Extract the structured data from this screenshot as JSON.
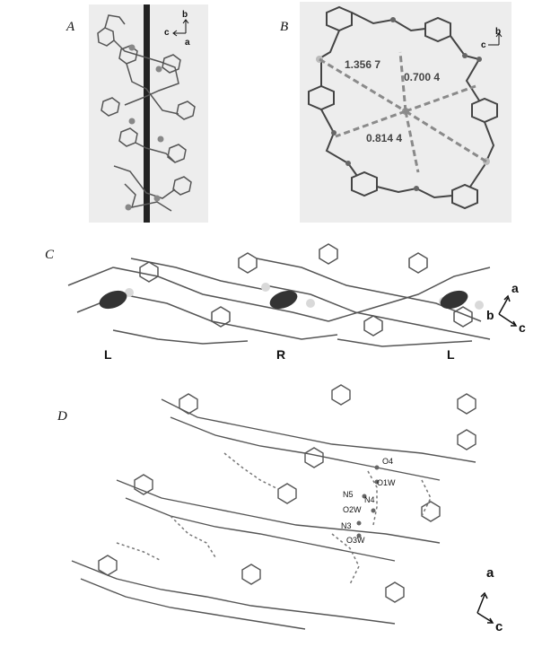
{
  "panels": {
    "A": {
      "label": "A",
      "axes": {
        "b": "b",
        "c": "c",
        "a": "a"
      }
    },
    "B": {
      "label": "B",
      "axes": {
        "c": "c",
        "b": "b"
      },
      "distances": [
        "1.356 7",
        "0.700 4",
        "0.814 4"
      ]
    },
    "C": {
      "label": "C",
      "axes": {
        "a": "a",
        "b": "b",
        "c": "c"
      },
      "helix_labels": [
        "L",
        "R",
        "L"
      ]
    },
    "D": {
      "label": "D",
      "axes": {
        "a": "a",
        "c": "c"
      },
      "atom_labels": [
        "O4",
        "O1W",
        "N5",
        "N4",
        "O2W",
        "N3",
        "O3W"
      ]
    }
  }
}
